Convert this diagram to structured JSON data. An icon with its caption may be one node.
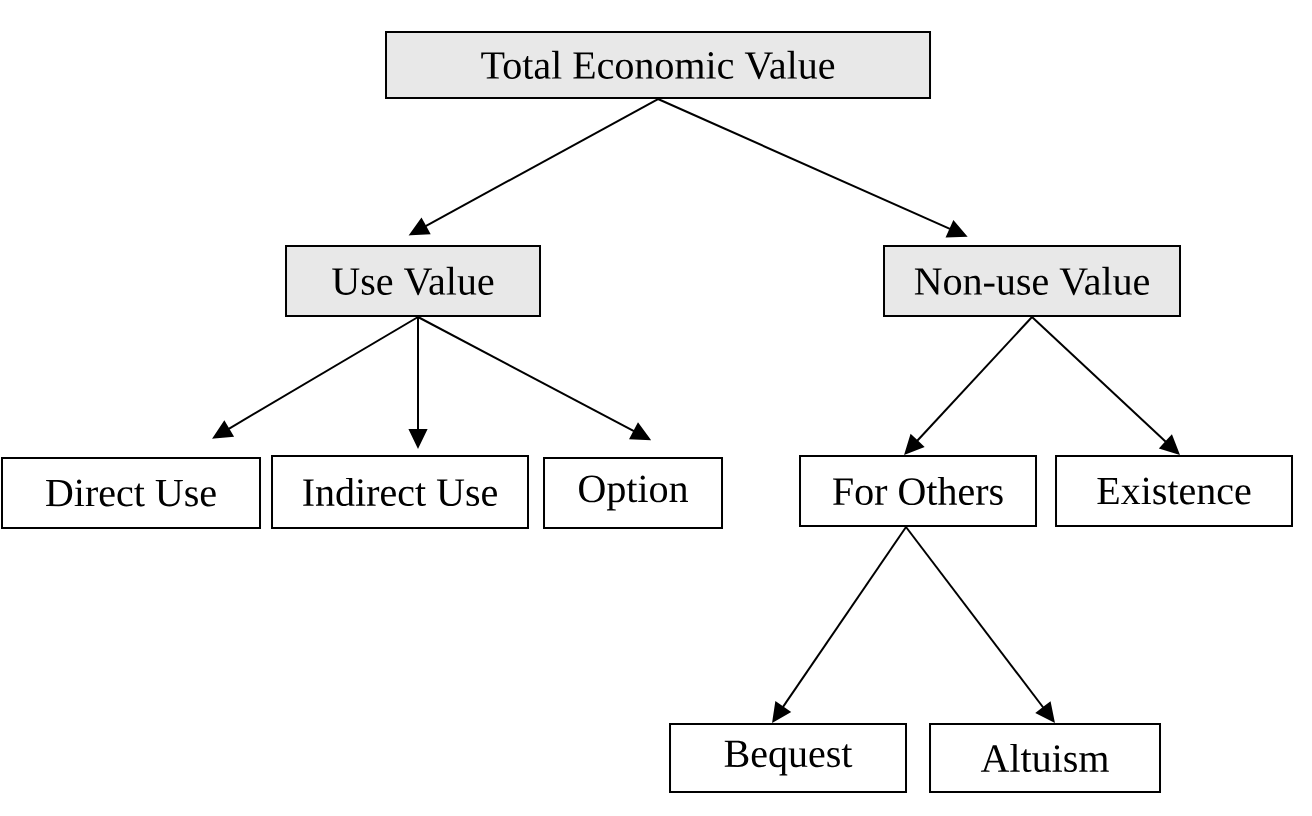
{
  "diagram": {
    "nodes": [
      {
        "text": [
          "Total Economic Value"
        ]
      },
      {
        "text": [
          "Use Value"
        ]
      },
      {
        "text": [
          "Non-use Value"
        ]
      },
      {
        "text": [
          "Direct Use"
        ]
      },
      {
        "text": [
          "Indirect Use"
        ]
      },
      {
        "text": [
          "Option"
        ]
      },
      {
        "text": [
          "For Others"
        ]
      },
      {
        "text": [
          "Existence"
        ]
      },
      {
        "text": [
          "Bequest"
        ]
      },
      {
        "text": [
          "Altuism"
        ]
      }
    ],
    "edges": [
      {
        "from": 0,
        "to": 1,
        "arrow": "to"
      },
      {
        "from": 0,
        "to": 2,
        "arrow": "to"
      },
      {
        "from": 1,
        "to": 3,
        "arrow": "to"
      },
      {
        "from": 1,
        "to": 4,
        "arrow": "to"
      },
      {
        "from": 1,
        "to": 5,
        "arrow": "to"
      },
      {
        "from": 2,
        "to": 6,
        "arrow": "to"
      },
      {
        "from": 2,
        "to": 7,
        "arrow": "to"
      },
      {
        "from": 6,
        "to": 8,
        "arrow": "to"
      },
      {
        "from": 6,
        "to": 9,
        "arrow": "to"
      }
    ]
  }
}
